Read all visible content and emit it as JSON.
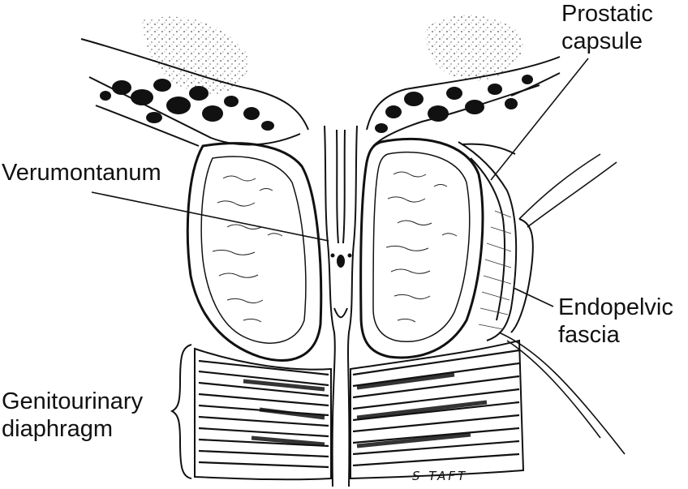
{
  "labels": {
    "prostatic_capsule": [
      "Prostatic",
      "capsule"
    ],
    "verumontanum": "Verumontanum",
    "endopelvic_fascia": [
      "Endopelvic",
      "fascia"
    ],
    "genitourinary_diaphragm": [
      "Genitourinary",
      "diaphragm"
    ]
  },
  "signature": "S TAFT",
  "colors": {
    "ink": "#111111",
    "background": "#ffffff"
  }
}
